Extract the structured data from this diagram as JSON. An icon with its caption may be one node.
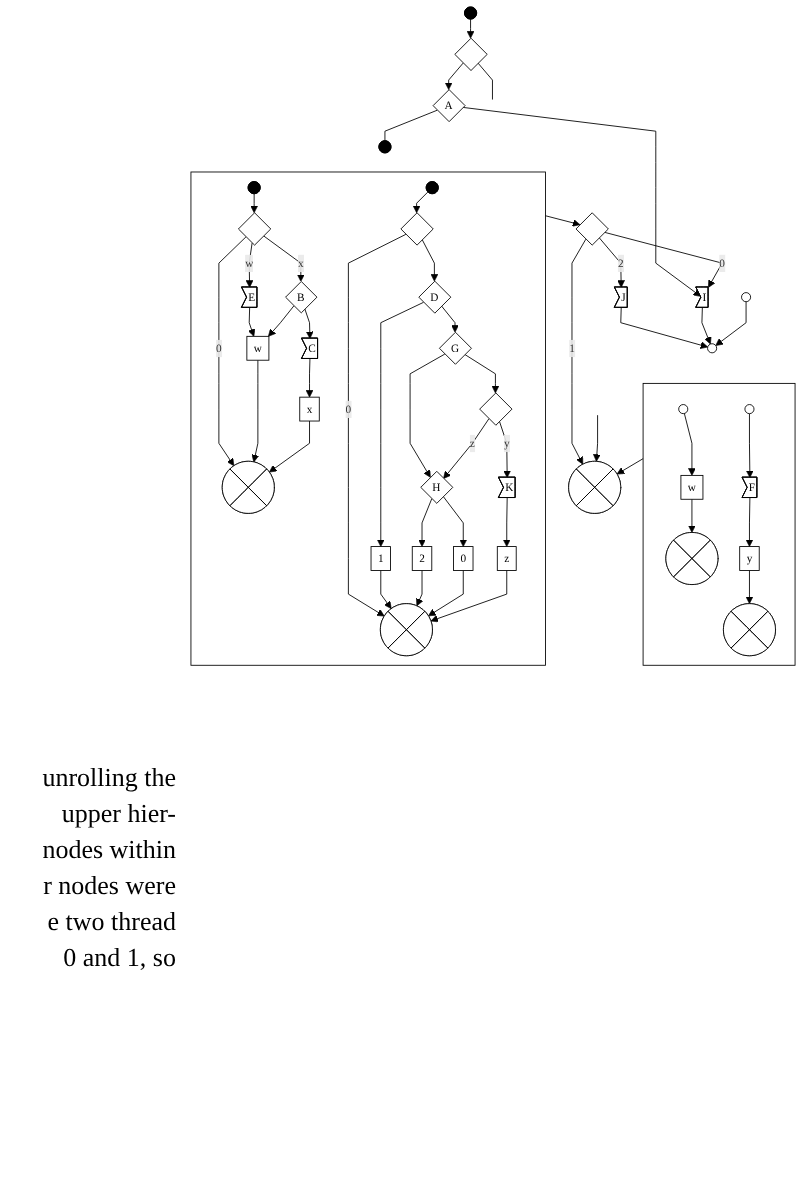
{
  "diagram": {
    "nodes": [
      {
        "text": [],
        "shape": "circle"
      },
      {
        "text": [],
        "shape": "circle"
      },
      {
        "text": [],
        "shape": "diamond"
      },
      {
        "text": [
          "A"
        ]
      },
      {
        "text": [],
        "shape": "circle"
      },
      {
        "text": [],
        "shape": "box"
      },
      {
        "text": [],
        "shape": "circle",
        "in": 5
      },
      {
        "text": [],
        "shape": "diamond",
        "in": 5
      },
      {
        "text": [
          "E"
        ],
        "in": 5
      },
      {
        "text": [
          "B"
        ],
        "in": 5
      },
      {
        "text": [
          "C"
        ],
        "in": 5
      },
      {
        "text": [
          "w"
        ],
        "in": 5
      },
      {
        "text": [
          "x"
        ],
        "in": 5
      },
      {
        "text": [],
        "shape": "circle",
        "in": 5
      },
      {
        "text": [],
        "shape": "circle",
        "in": 5
      },
      {
        "text": [],
        "shape": "diamond",
        "in": 5
      },
      {
        "text": [
          "D"
        ],
        "in": 5
      },
      {
        "text": [
          "G"
        ],
        "in": 5
      },
      {
        "text": [],
        "shape": "diamond",
        "in": 5
      },
      {
        "text": [
          "H"
        ],
        "in": 5
      },
      {
        "text": [
          "1"
        ],
        "in": 5
      },
      {
        "text": [
          "K"
        ],
        "in": 5
      },
      {
        "text": [
          "2"
        ],
        "in": 5
      },
      {
        "text": [
          "0"
        ],
        "in": 5
      },
      {
        "text": [
          "z"
        ],
        "in": 5
      },
      {
        "text": [],
        "shape": "circle",
        "in": 5
      },
      {
        "text": [],
        "shape": "diamond"
      },
      {
        "text": [
          "J"
        ]
      },
      {
        "text": [
          "I"
        ]
      },
      {
        "text": [],
        "shape": "circle"
      },
      {
        "text": [],
        "shape": "box"
      },
      {
        "text": [],
        "shape": "circle",
        "in": 30
      },
      {
        "text": [
          "w"
        ],
        "in": 30
      },
      {
        "text": [],
        "shape": "circle",
        "in": 30
      },
      {
        "text": [],
        "shape": "circle",
        "in": 30
      },
      {
        "text": [
          "F"
        ],
        "in": 30
      },
      {
        "text": [
          "y"
        ],
        "in": 30
      },
      {
        "text": [],
        "shape": "circle",
        "in": 30
      },
      {
        "text": [],
        "shape": "circle"
      }
    ],
    "edges": [
      {
        "from": 1,
        "to": 2,
        "arrow": "to"
      },
      {
        "from": 2,
        "to": null,
        "arrow": "none"
      },
      {
        "from": 2,
        "to": 3,
        "arrow": "to"
      },
      {
        "from": 3,
        "to": 4,
        "arrow": "none"
      },
      {
        "from": 3,
        "to": 28,
        "arrow": "to"
      },
      {
        "from": 6,
        "to": 7,
        "arrow": "to"
      },
      {
        "from": 7,
        "to": 8,
        "arrow": "to",
        "label": "w"
      },
      {
        "from": 7,
        "to": 9,
        "arrow": "to",
        "label": "x"
      },
      {
        "from": 7,
        "to": 13,
        "arrow": "to",
        "label": "0"
      },
      {
        "from": 8,
        "to": 11,
        "arrow": "to"
      },
      {
        "from": 9,
        "to": 11,
        "arrow": "to"
      },
      {
        "from": 9,
        "to": 10,
        "arrow": "to"
      },
      {
        "from": 10,
        "to": 12,
        "arrow": "to"
      },
      {
        "from": 11,
        "to": 13,
        "arrow": "to"
      },
      {
        "from": 12,
        "to": 13,
        "arrow": "to"
      },
      {
        "from": 14,
        "to": 15,
        "arrow": "to"
      },
      {
        "from": 15,
        "to": 16,
        "arrow": "to"
      },
      {
        "from": 15,
        "to": 25,
        "arrow": "to",
        "label": "0"
      },
      {
        "from": 16,
        "to": 17,
        "arrow": "to"
      },
      {
        "from": 16,
        "to": 20,
        "arrow": "to"
      },
      {
        "from": 17,
        "to": 18,
        "arrow": "to"
      },
      {
        "from": 17,
        "to": 19,
        "arrow": "to"
      },
      {
        "from": 18,
        "to": 21,
        "arrow": "to",
        "label": "y"
      },
      {
        "from": 18,
        "to": 19,
        "arrow": "to",
        "label": "z"
      },
      {
        "from": 19,
        "to": 22,
        "arrow": "to"
      },
      {
        "from": 19,
        "to": 23,
        "arrow": "to"
      },
      {
        "from": 20,
        "to": 25,
        "arrow": "to"
      },
      {
        "from": 21,
        "to": 24,
        "arrow": "to"
      },
      {
        "from": 22,
        "to": 25,
        "arrow": "to"
      },
      {
        "from": 23,
        "to": 25,
        "arrow": "to"
      },
      {
        "from": 24,
        "to": 25,
        "arrow": "to"
      },
      {
        "from": 5,
        "to": 26,
        "arrow": "to"
      },
      {
        "from": 26,
        "to": 27,
        "arrow": "to",
        "label": "2"
      },
      {
        "from": 26,
        "to": 28,
        "arrow": "to",
        "label": "0"
      },
      {
        "from": 26,
        "to": 38,
        "arrow": "to",
        "label": "1"
      },
      {
        "from": 27,
        "to": 29,
        "arrow": "to"
      },
      {
        "from": 28,
        "to": 29,
        "arrow": "to"
      },
      {
        "from": 0,
        "to": 29,
        "arrow": "to"
      },
      {
        "from": 31,
        "to": 32,
        "arrow": "to"
      },
      {
        "from": 32,
        "to": 33,
        "arrow": "to"
      },
      {
        "from": 34,
        "to": 35,
        "arrow": "to"
      },
      {
        "from": 35,
        "to": 36,
        "arrow": "to"
      },
      {
        "from": 36,
        "to": 37,
        "arrow": "to"
      },
      {
        "from": 30,
        "to": 38,
        "arrow": "to"
      },
      {
        "from": null,
        "to": 38,
        "arrow": "to"
      }
    ],
    "labels": [
      "unrolling the",
      "upper hier-",
      "nodes within",
      "r nodes were",
      "e two thread",
      "0 and 1, so"
    ]
  }
}
